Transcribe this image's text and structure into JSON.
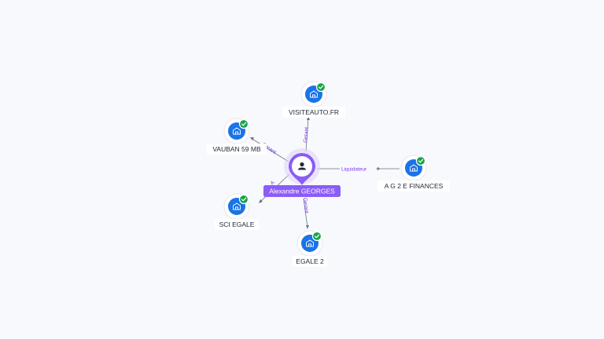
{
  "colors": {
    "background": "#f8f9fd",
    "company_node": "#1a73e8",
    "verified_badge": "#16a34a",
    "person_accent": "#8b5cf6",
    "relation_label": "#7c3aed"
  },
  "person": {
    "name": "Alexandre GEORGES",
    "icon": "person-icon"
  },
  "companies": [
    {
      "id": "visiteauto",
      "label": "VISITEAUTO.FR",
      "icon": "building-icon",
      "verified": true
    },
    {
      "id": "vauban",
      "label": "VAUBAN 59 MB",
      "icon": "building-icon",
      "verified": true
    },
    {
      "id": "a2e",
      "label": "A G 2 E FINANCES",
      "icon": "building-icon",
      "verified": true
    },
    {
      "id": "sciegale",
      "label": "SCI EGALE",
      "icon": "building-icon",
      "verified": true
    },
    {
      "id": "egale2",
      "label": "EGALE 2",
      "icon": "building-icon",
      "verified": true
    }
  ],
  "relations": [
    {
      "to": "visiteauto",
      "label": "Gerant"
    },
    {
      "to": "vauban",
      "label": "Gerant"
    },
    {
      "to": "a2e",
      "label": "Liquidateur"
    },
    {
      "to": "sciegale",
      "label": "A"
    },
    {
      "to": "egale2",
      "label": "Gerant"
    }
  ]
}
